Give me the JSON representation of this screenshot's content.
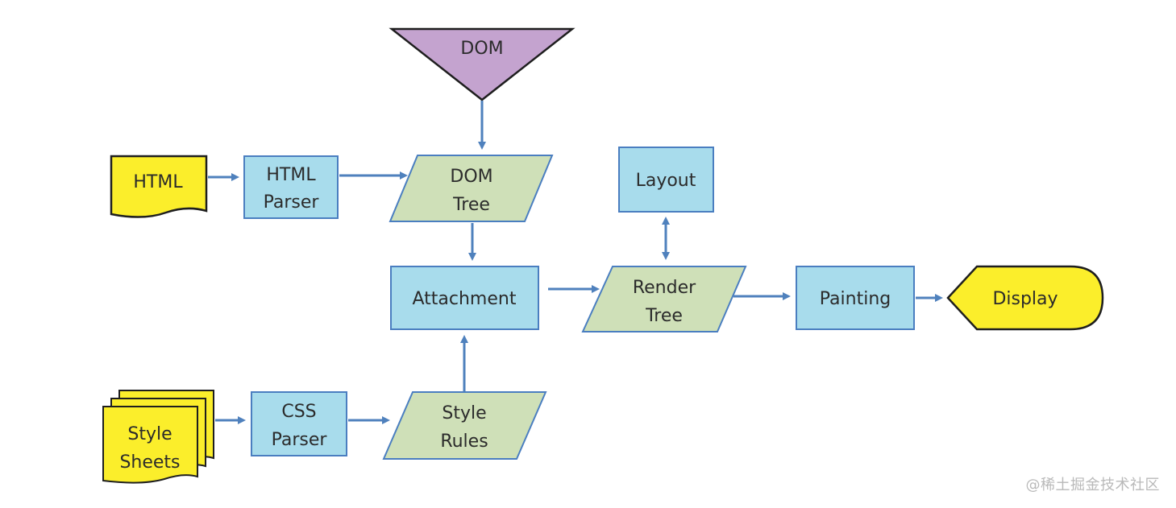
{
  "nodes": {
    "dom": "DOM",
    "html": "HTML",
    "html_parser_1": "HTML",
    "html_parser_2": "Parser",
    "dom_tree_1": "DOM",
    "dom_tree_2": "Tree",
    "layout": "Layout",
    "attachment": "Attachment",
    "render_tree_1": "Render",
    "render_tree_2": "Tree",
    "painting": "Painting",
    "display": "Display",
    "style_sheets_1": "Style",
    "style_sheets_2": "Sheets",
    "css_parser_1": "CSS",
    "css_parser_2": "Parser",
    "style_rules_1": "Style",
    "style_rules_2": "Rules"
  },
  "watermark": "@稀土掘金技术社区",
  "colors": {
    "box_blue": "#a8dcec",
    "box_green": "#cfe0b8",
    "dom_purple": "#c4a3cf",
    "doc_yellow": "#fbee2b",
    "arrow": "#4f81bd",
    "outline": "#4a7ec0"
  }
}
